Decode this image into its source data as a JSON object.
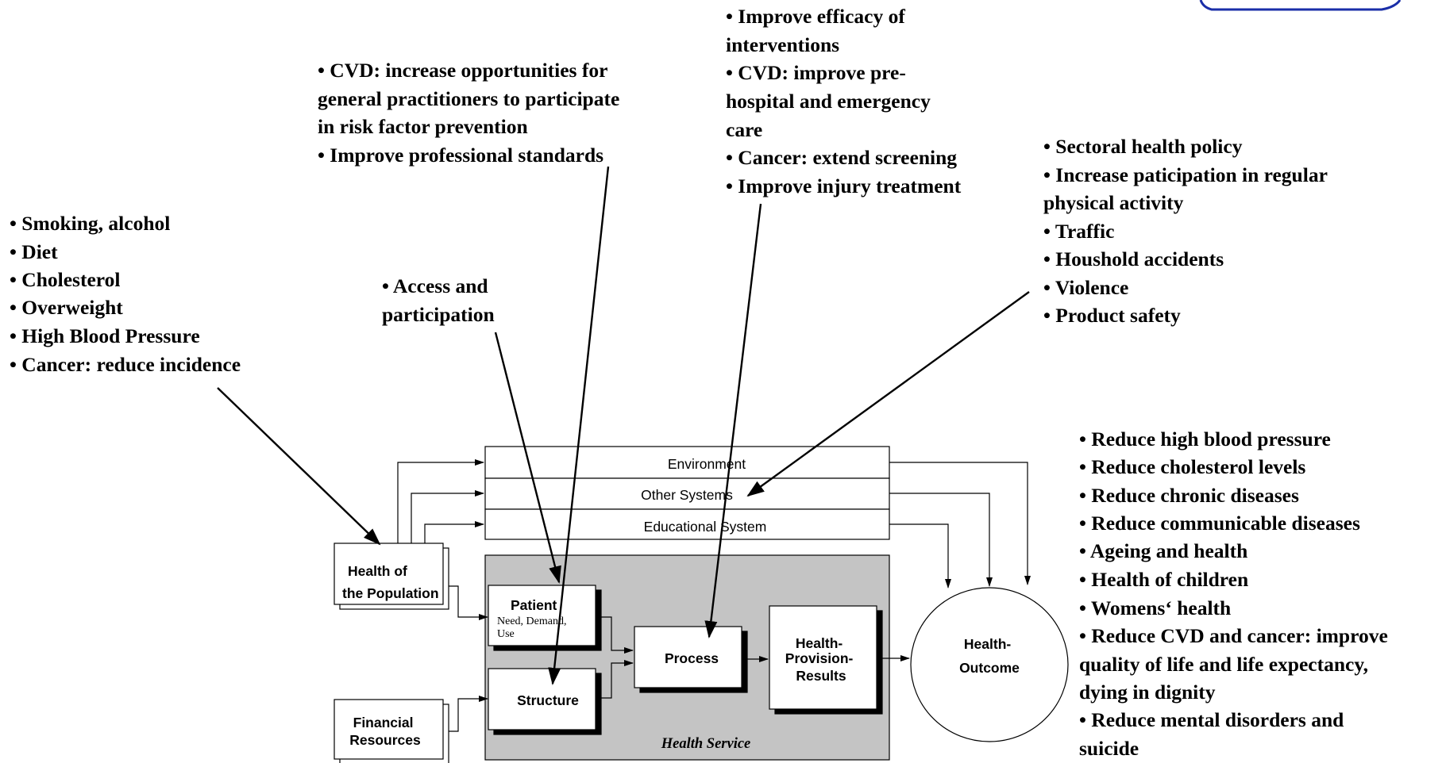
{
  "colors": {
    "background": "#ffffff",
    "health_service_fill": "#c4c4c4",
    "line": "#000000",
    "decoration": "#1a2ea8"
  },
  "notes": {
    "risk_factors": [
      "• Smoking, alcohol",
      "• Diet",
      "• Cholesterol",
      "• Overweight",
      "• High Blood Pressure",
      "• Cancer: reduce incidence"
    ],
    "gp_standards": [
      "• CVD: increase opportunities for",
      "general practitioners to participate",
      "in risk factor prevention",
      "• Improve professional standards"
    ],
    "access": [
      "• Access and",
      "participation"
    ],
    "interventions": [
      "• Improve efficacy of",
      "interventions",
      "• CVD: improve pre-",
      "hospital and emergency",
      "care",
      "• Cancer: extend screening",
      "• Improve injury treatment"
    ],
    "sectoral": [
      "• Sectoral health policy",
      "• Increase paticipation in regular",
      "physical activity",
      "• Traffic",
      "• Houshold accidents",
      "• Violence",
      "• Product safety"
    ],
    "outcomes": [
      "• Reduce high blood pressure",
      "• Reduce cholesterol levels",
      "• Reduce chronic diseases",
      "• Reduce communicable diseases",
      "• Ageing and health",
      "• Health of children",
      "• Womens‘ health",
      "• Reduce CVD and cancer: improve",
      "quality of life and life expectancy,",
      "dying in dignity",
      "• Reduce mental disorders and",
      "suicide"
    ]
  },
  "diagram": {
    "strips": {
      "environment": "Environment",
      "other_systems": "Other Systems",
      "educational_system": "Educational System"
    },
    "health_of_population": [
      "Health of",
      "the Population"
    ],
    "financial_resources": [
      "Financial",
      "Resources"
    ],
    "patient": {
      "title": "Patient",
      "detail": [
        "Need, Demand,",
        "Use"
      ]
    },
    "structure": "Structure",
    "process": "Process",
    "provision_results": [
      "Health-",
      "Provision-",
      "Results"
    ],
    "health_outcome": [
      "Health-",
      "Outcome"
    ],
    "health_service_caption": "Health Service"
  }
}
